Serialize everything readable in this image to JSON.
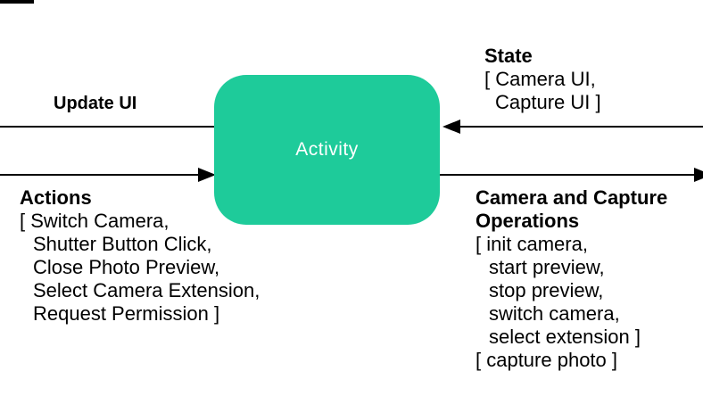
{
  "colors": {
    "node_fill": "#1ecb9a",
    "node_text": "#ffffff",
    "line": "#000000",
    "text": "#000000",
    "background": "#ffffff"
  },
  "node": {
    "label": "Activity"
  },
  "update_ui": {
    "label": "Update UI"
  },
  "actions": {
    "label": "Actions",
    "lines": [
      "[ Switch Camera,",
      "Shutter Button Click,",
      "Close Photo Preview,",
      "Select Camera Extension,",
      "Request Permission ]"
    ]
  },
  "state": {
    "label": "State",
    "lines": [
      "[ Camera UI,",
      "Capture UI ]"
    ]
  },
  "camera_ops": {
    "label_lines": [
      "Camera and Capture",
      "Operations"
    ],
    "lines": [
      "[ init camera,",
      "start preview,",
      "stop preview,",
      "switch camera,",
      "select extension ]",
      "[ capture photo ]"
    ]
  }
}
